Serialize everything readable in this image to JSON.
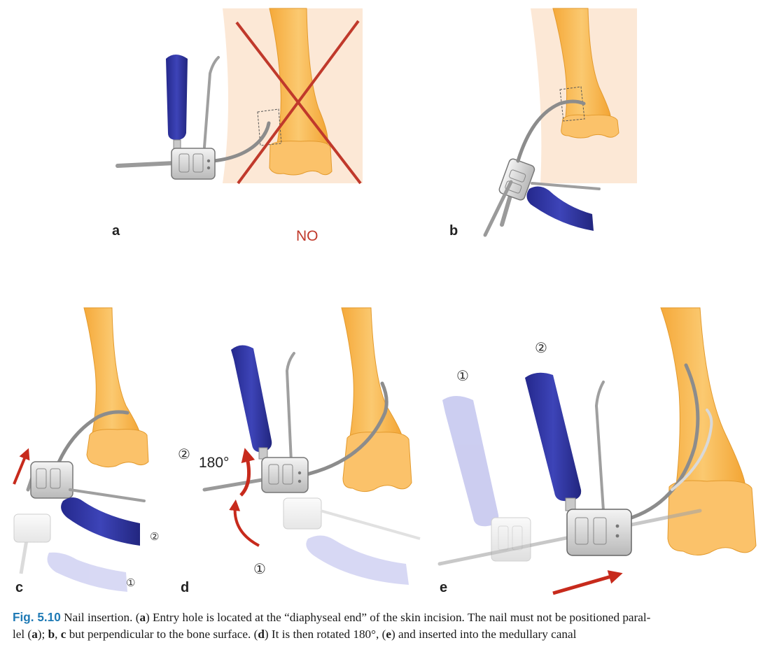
{
  "figure": {
    "panels": [
      {
        "letter": "a"
      },
      {
        "letter": "b"
      },
      {
        "letter": "c"
      },
      {
        "letter": "d"
      },
      {
        "letter": "e"
      }
    ],
    "no_label": "NO",
    "rotation_label": "180°",
    "step_labels": {
      "one": "①",
      "two": "②"
    }
  },
  "caption": {
    "label": "Fig. 5.10",
    "text_html": " Nail insertion. (<b>a</b>) Entry hole is located at the “diaphyseal end” of the skin incision. The nail must not be positioned paral-<br>lel (<b>a</b>); <b>b</b>, <b>c</b> but perpendicular to the bone surface. (<b>d</b>) It is then rotated 180°, (<b>e</b>) and inserted into the medullary canal"
  }
}
